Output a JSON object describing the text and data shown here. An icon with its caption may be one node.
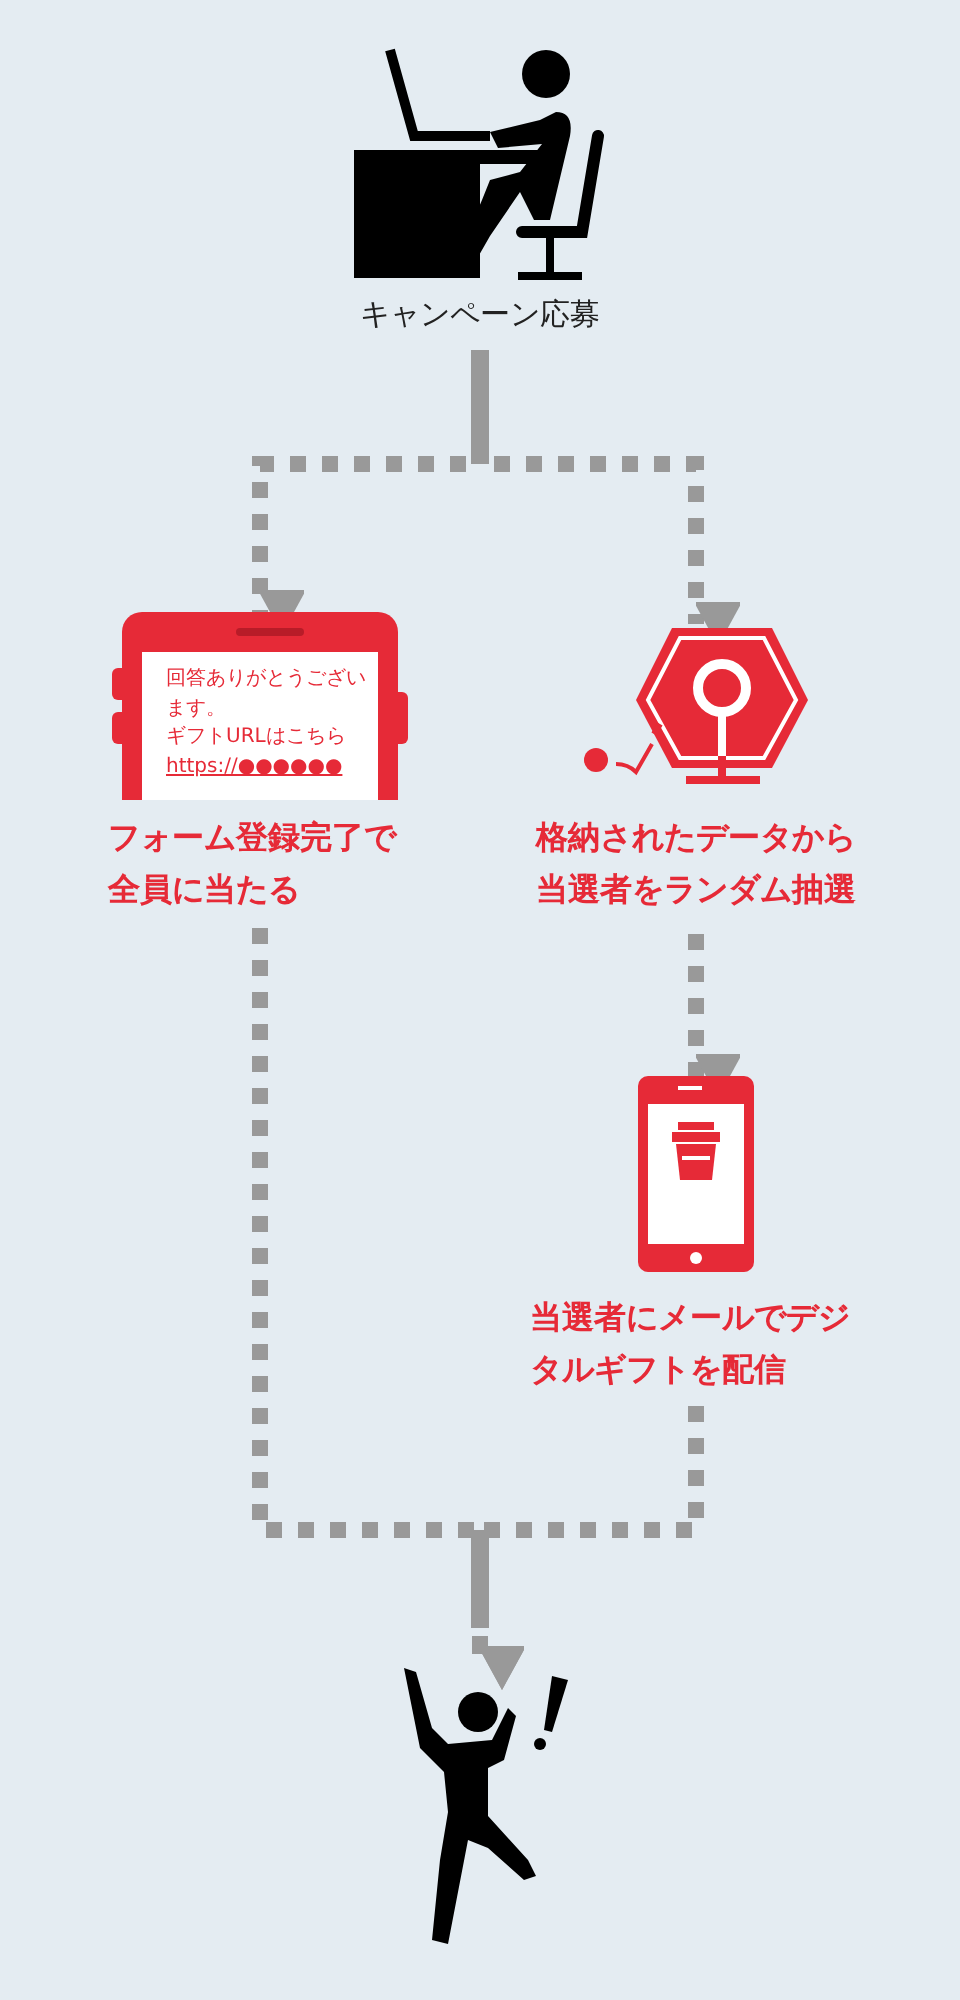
{
  "diagram": {
    "nodes": [
      {
        "text": [
          "キャンペーン応募"
        ]
      },
      {
        "text": [
          "回答ありがとうございます。",
          "ギフトURLはこちら",
          "https://●●●●●●",
          "フォーム登録完了で全員に当たる"
        ]
      },
      {
        "text": [
          "格納されたデータから当選者をランダム抽選"
        ]
      },
      {
        "text": [
          "当選者にメールでデジタルギフトを配信"
        ]
      },
      {
        "text": [],
        "shape": "person"
      }
    ],
    "edges": [
      {
        "from": 0,
        "to": 1,
        "arrow": "to"
      },
      {
        "from": 0,
        "to": 2,
        "arrow": "to"
      },
      {
        "from": 2,
        "to": 3,
        "arrow": "to"
      },
      {
        "from": 1,
        "to": 4,
        "arrow": "to"
      },
      {
        "from": 3,
        "to": 4,
        "arrow": "to"
      }
    ]
  }
}
